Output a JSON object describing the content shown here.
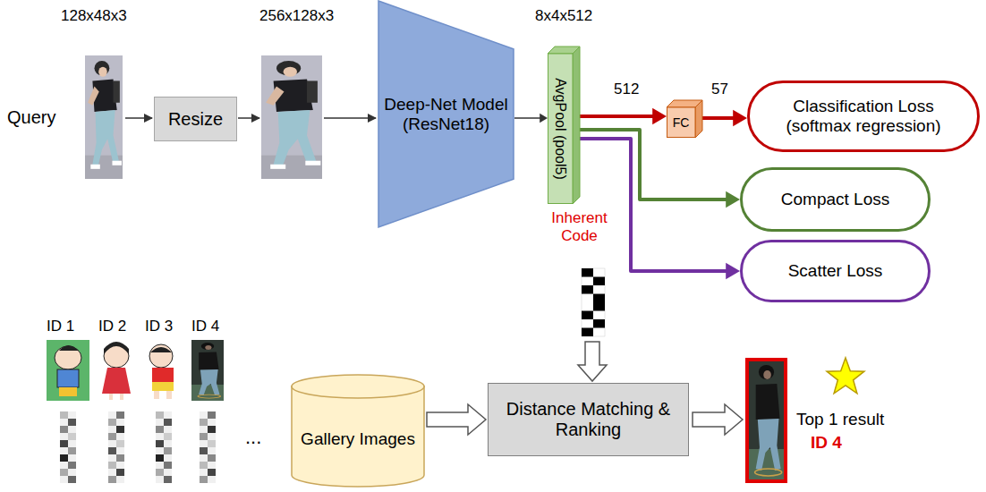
{
  "diagram": {
    "nodes": [
      {
        "text": [
          "Resize"
        ]
      },
      {
        "text": [
          "Deep-Net Model",
          "(ResNet18)"
        ]
      },
      {
        "text": [
          "AvgPool (pool5)"
        ]
      },
      {
        "text": [
          "FC"
        ]
      },
      {
        "text": [
          "Classification Loss",
          "(softmax regression)"
        ]
      },
      {
        "text": [
          "Compact Loss"
        ]
      },
      {
        "text": [
          "Scatter Loss"
        ]
      },
      {
        "text": [
          "Gallery Images"
        ]
      },
      {
        "text": [
          "Distance Matching & Ranking"
        ]
      }
    ],
    "edges": [
      {
        "from": 1,
        "to": 2,
        "arrow": "to"
      },
      {
        "from": 2,
        "to": 3,
        "arrow": "to"
      },
      {
        "from": 3,
        "to": 4,
        "arrow": "to"
      },
      {
        "from": 2,
        "to": 5,
        "arrow": "to"
      },
      {
        "from": 2,
        "to": 6,
        "arrow": "to"
      },
      {
        "from": 7,
        "to": 8,
        "arrow": "to"
      }
    ],
    "labels": [
      "128x48x3",
      "256x128x3",
      "8x4x512",
      "Query",
      "512",
      "57",
      "Inherent Code",
      "ID 1",
      "ID 2",
      "ID 3",
      "ID 4",
      "...",
      "Top 1 result",
      "ID 4"
    ]
  }
}
